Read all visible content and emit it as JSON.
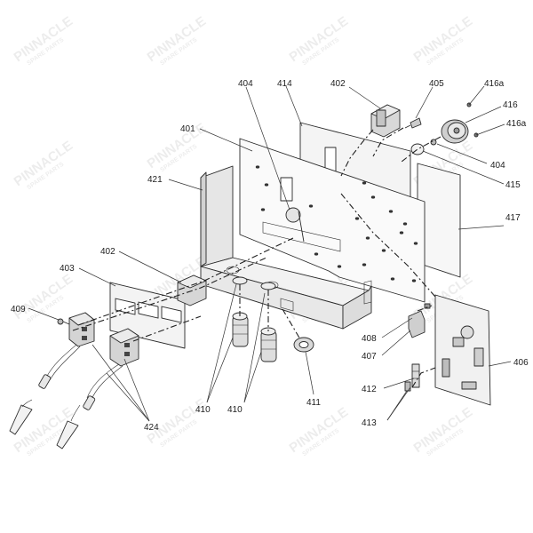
{
  "watermark": {
    "brand": "PINNACLE",
    "sub": "SPARE PARTS"
  },
  "callouts": [
    {
      "id": "c404a",
      "text": "404"
    },
    {
      "id": "c414",
      "text": "414"
    },
    {
      "id": "c402a",
      "text": "402"
    },
    {
      "id": "c405",
      "text": "405"
    },
    {
      "id": "c416a1",
      "text": "416a"
    },
    {
      "id": "c416",
      "text": "416"
    },
    {
      "id": "c416a2",
      "text": "416a"
    },
    {
      "id": "c401",
      "text": "401"
    },
    {
      "id": "c404b",
      "text": "404"
    },
    {
      "id": "c421",
      "text": "421"
    },
    {
      "id": "c415",
      "text": "415"
    },
    {
      "id": "c417",
      "text": "417"
    },
    {
      "id": "c402b",
      "text": "402"
    },
    {
      "id": "c403",
      "text": "403"
    },
    {
      "id": "c409",
      "text": "409"
    },
    {
      "id": "c408",
      "text": "408"
    },
    {
      "id": "c407",
      "text": "407"
    },
    {
      "id": "c406",
      "text": "406"
    },
    {
      "id": "c412",
      "text": "412"
    },
    {
      "id": "c413",
      "text": "413"
    },
    {
      "id": "c410a",
      "text": "410"
    },
    {
      "id": "c410b",
      "text": "410"
    },
    {
      "id": "c411",
      "text": "411"
    },
    {
      "id": "c424",
      "text": "424"
    }
  ]
}
